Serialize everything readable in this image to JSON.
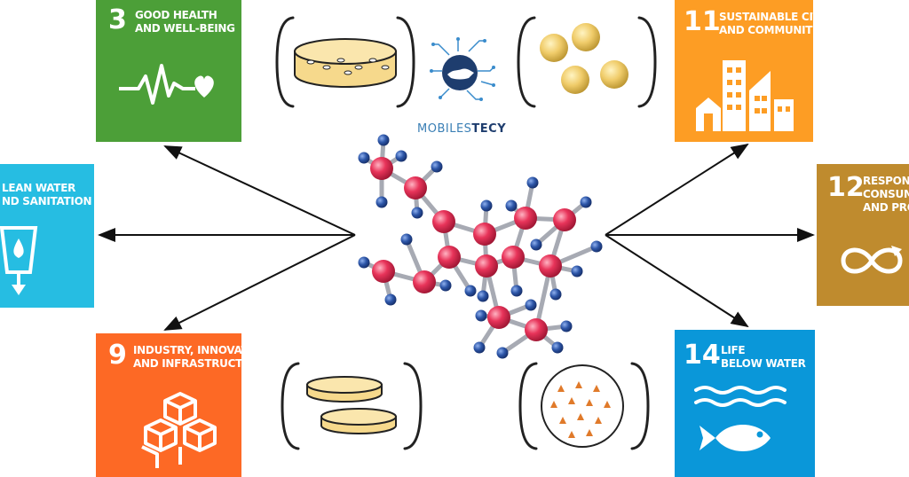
{
  "colors": {
    "health": "#4c9f38",
    "water": "#26bde2",
    "industry": "#fd6925",
    "cities": "#fd9d24",
    "consumption": "#bf8b2e",
    "life_below_water": "#0a97d9",
    "atom": "#e8345a",
    "atom_small": "#2d56a8",
    "bond": "#a7aab3",
    "sample_fill": "#f6d98c"
  },
  "tiles": {
    "health": {
      "number": "3",
      "label": "GOOD HEALTH\nAND WELL-BEING",
      "icon": "heartbeat-icon"
    },
    "water": {
      "label": "LEAN WATER\nND SANITATION",
      "icon": "water-drop-glass-icon"
    },
    "industry": {
      "number": "9",
      "label": "INDUSTRY, INNOVATION\nAND INFRASTRUCTURE",
      "icon": "cubes-icon"
    },
    "cities": {
      "number": "11",
      "label": "SUSTAINABLE CITIES\nAND COMMUNITIES",
      "icon": "city-buildings-icon"
    },
    "consumption": {
      "number": "12",
      "label": "RESPONS\nCONSUMP\nAND PROD",
      "icon": "infinity-loop-icon"
    },
    "life_below_water": {
      "number": "14",
      "label": "LIFE\nBELOW WATER",
      "icon": "fish-waves-icon"
    }
  },
  "logo": {
    "part1": "MOBILES",
    "part2": "TECY",
    "icon": "handshake-circuit-icon"
  }
}
